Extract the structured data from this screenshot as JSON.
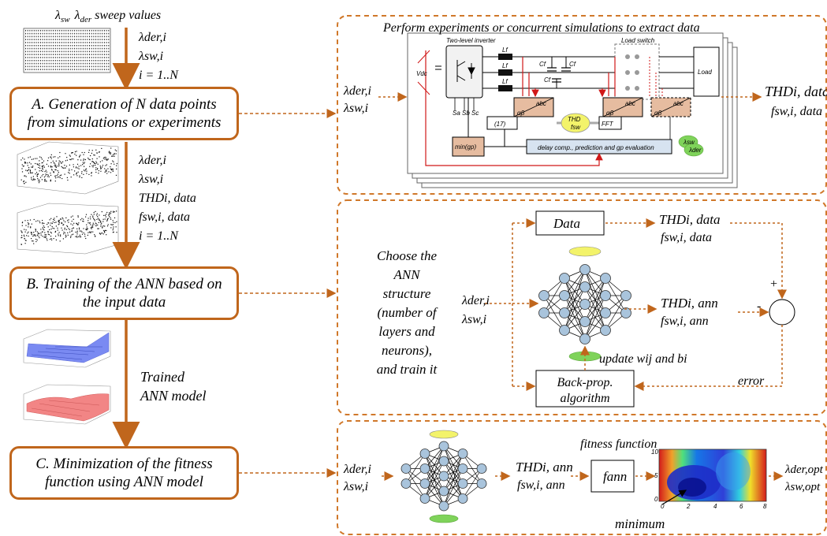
{
  "left": {
    "sweep_title": "λsw  λder sweep values",
    "sweep_lambda_sw": "λ",
    "sweep_sw_sub": "sw",
    "sweep_lambda_der": "λ",
    "sweep_der_sub": "der",
    "sweep_rest": "sweep values",
    "vars1": [
      "λder,i",
      "λsw,i",
      "i = 1..N"
    ],
    "vars2": [
      "λder,i",
      "λsw,i",
      "THDi, data",
      "fsw,i, data",
      "i = 1..N"
    ],
    "trained_label": [
      "Trained",
      "ANN model"
    ]
  },
  "steps": {
    "a": [
      "A. Generation of N data points",
      "from simulations or experiments"
    ],
    "b": [
      "B. Training of the ANN based on",
      "the input data"
    ],
    "c": [
      "C. Minimization of the fitness",
      "function using ANN model"
    ]
  },
  "panel_a": {
    "title": "Perform experiments or concurrent simulations to extract data",
    "inverter_label": "Two-level inverter",
    "load_switch_label": "Load switch",
    "load_label": "Load",
    "lf_label": "Lf",
    "cf_label": "Cf",
    "abc_label": "abc",
    "ab_label": "αβ",
    "eq17_label": "(17)",
    "thd_label": "THD",
    "fsw_small": "fsw",
    "fft_label": "FFT",
    "min_label": "min(gp)",
    "delay_label": "delay comp., prediction and gp evaluation",
    "lsw_small": "λsw",
    "lder_small": "λder",
    "vdc_label": "Vdc",
    "switch_labels": [
      "Sa",
      "Sb",
      "Sc"
    ],
    "inputs": [
      "λder,i",
      "λsw,i"
    ],
    "outputs": [
      "THDi, data",
      "fsw,i, data"
    ]
  },
  "panel_b": {
    "choose_text": [
      "Choose the",
      "ANN",
      "structure",
      "(number of",
      "layers and",
      "neurons),",
      "and train it"
    ],
    "inputs": [
      "λder,i",
      "λsw,i"
    ],
    "data_label": "Data",
    "data_out": [
      "THDi, data",
      "fsw,i, data"
    ],
    "ann_out": [
      "THDi, ann",
      "fsw,i, ann"
    ],
    "plus": "+",
    "minus": "-",
    "update_label": "update wij and bi",
    "backprop_label": [
      "Back-prop.",
      "algorithm"
    ],
    "error_label": "error"
  },
  "panel_c": {
    "inputs": [
      "λder,i",
      "λsw,i"
    ],
    "ann_out": [
      "THDi, ann",
      "fsw,i, ann"
    ],
    "f_label": "fann",
    "fitness_label": "fitness function",
    "minimum_label": "minimum",
    "heatmap_ticks_x": [
      "0",
      "2",
      "4",
      "6",
      "8"
    ],
    "heatmap_ticks_y": [
      "10",
      "5",
      "0"
    ],
    "outputs": [
      "λder,opt",
      "λsw,opt"
    ]
  },
  "colors": {
    "orange": "#c0661c",
    "dashed_orange": "#d0782a",
    "red": "#d01818",
    "plot_blue": "#5a6ef0",
    "plot_red": "#f07070",
    "neuron": "#a9c4dc",
    "yellow": "#f3f36a",
    "green": "#7fd35a",
    "abc_block": "#e6bca0"
  }
}
